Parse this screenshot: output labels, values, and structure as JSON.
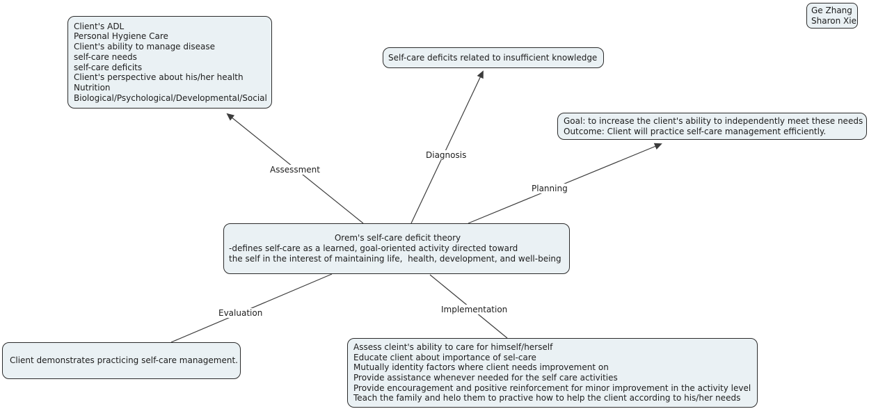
{
  "authors": {
    "lines": [
      "Ge Zhang",
      "Sharon Xie"
    ]
  },
  "nodes": {
    "central_theory": {
      "title": "Orem's self-care deficit theory",
      "lines": [
        "-defines self-care as a learned, goal-oriented activity directed toward",
        "the self in the interest of maintaining life,  health, development, and well-being"
      ]
    },
    "assessment_findings": {
      "lines": [
        "Client's ADL",
        "Personal Hygiene Care",
        "Client's ability to manage disease",
        "self-care needs",
        "self-care deficits",
        "Client's perspective about his/her health",
        "Nutrition",
        "Biological/Psychological/Developmental/Social"
      ]
    },
    "diagnosis_statement": {
      "text": "Self-care deficits related to insufficient knowledge"
    },
    "planning_goal": {
      "lines": [
        "Goal: to increase the client's ability to independently meet these needs",
        "Outcome: Client will practice self-care management efficiently."
      ]
    },
    "evaluation_outcome": {
      "text": "Client demonstrates practicing self-care management."
    },
    "implementation_actions": {
      "lines": [
        "Assess cleint's ability to care for himself/herself",
        "Educate client about importance of sel-care",
        "Mutually identity factors where client needs improvement on",
        "Provide assistance whenever needed for the self care activities",
        "Provide encouragement and positive reinforcement for minor improvement in the activity level",
        "Teach the family and helo them to practive how to help the client according to his/her needs"
      ]
    }
  },
  "links": {
    "assessment": {
      "label": "Assessment"
    },
    "diagnosis": {
      "label": "Diagnosis"
    },
    "planning": {
      "label": "Planning"
    },
    "evaluation": {
      "label": "Evaluation"
    },
    "implementation": {
      "label": "Implementation"
    }
  },
  "colors": {
    "node_fill": "#eaf1f4",
    "node_border": "#2a2a2a",
    "link_line": "#3c3c3c",
    "text": "#1c1c1c",
    "background": "#ffffff"
  }
}
